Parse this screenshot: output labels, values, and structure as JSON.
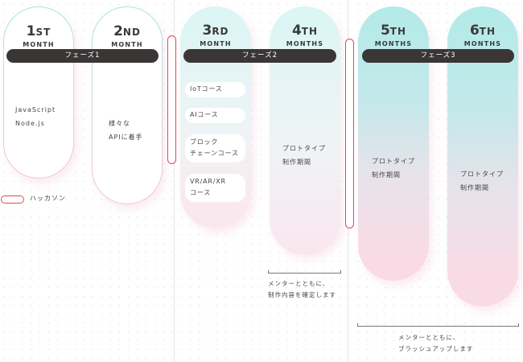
{
  "months": [
    {
      "num": "1",
      "suffix": "ST",
      "label": "MONTH"
    },
    {
      "num": "2",
      "suffix": "ND",
      "label": "MONTH"
    },
    {
      "num": "3",
      "suffix": "RD",
      "label": "MONTH"
    },
    {
      "num": "4",
      "suffix": "TH",
      "label": "MONTHS"
    },
    {
      "num": "5",
      "suffix": "TH",
      "label": "MONTHS"
    },
    {
      "num": "6",
      "suffix": "TH",
      "label": "MONTHS"
    }
  ],
  "phases": [
    "フェーズ1",
    "フェーズ2",
    "フェーズ3"
  ],
  "pill_text": {
    "m1": [
      "JavaScript",
      "Node.js"
    ],
    "m2": [
      "様々な",
      "APIに着手"
    ],
    "m4": [
      "プロトタイプ",
      "制作期間"
    ],
    "m5": [
      "プロトタイプ",
      "制作期間"
    ],
    "m6": [
      "プロトタイプ",
      "制作期間"
    ]
  },
  "courses": [
    [
      "IoTコース"
    ],
    [
      "AIコース"
    ],
    [
      "ブロック",
      "チェーンコース"
    ],
    [
      "VR/AR/XR",
      "コース"
    ]
  ],
  "legend": {
    "hackathon": "ハッカソン"
  },
  "notes": {
    "m4": [
      "メンターとともに、",
      "制作内容を確定します"
    ],
    "m56": [
      "メンターとともに、",
      "ブラッシュアップします"
    ]
  },
  "colors": {
    "hackathon": "#d94a5b",
    "phase_bar": "#3b3636",
    "cyan": "#b2ebe8",
    "pink": "#f9dbe5"
  }
}
